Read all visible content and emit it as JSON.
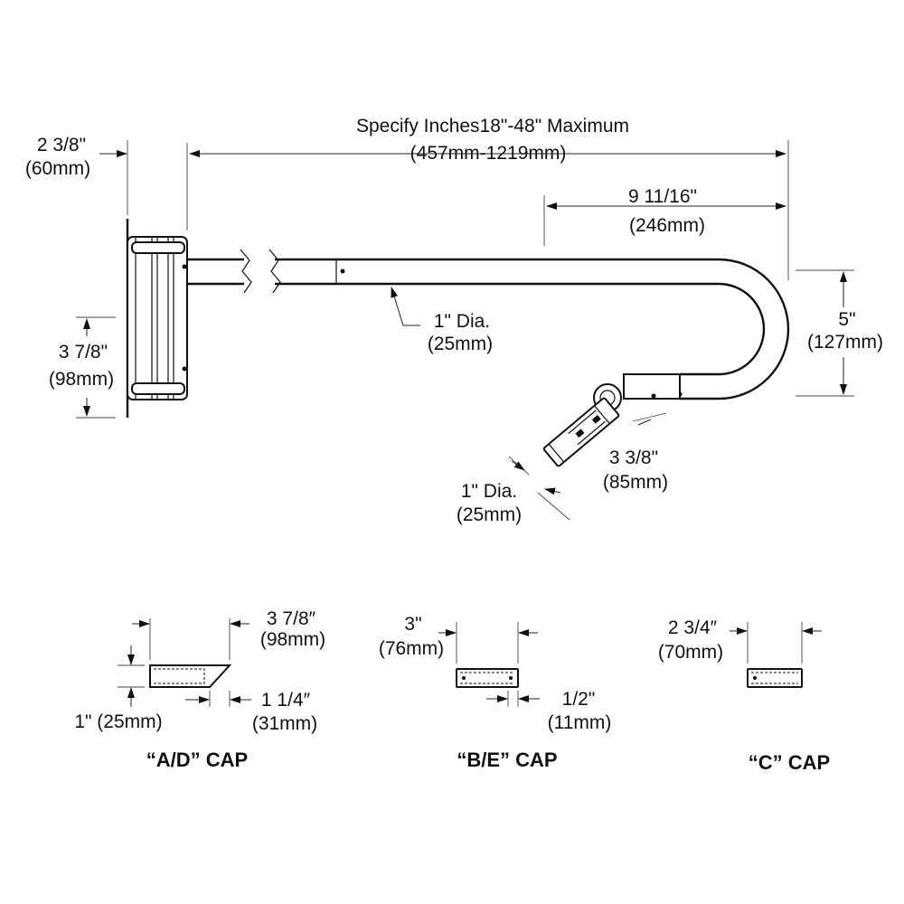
{
  "main_view": {
    "top_overall": {
      "line1": "Specify Inches18\"-48\" Maximum",
      "line2": "(457mm-1219mm)"
    },
    "plate_depth": {
      "line1": "2 3/8\"",
      "line2": "(60mm)"
    },
    "plate_height": {
      "line1": "3 7/8\"",
      "line2": "(98mm)"
    },
    "tube_dia": {
      "line1": "1\" Dia.",
      "line2": "(25mm)"
    },
    "bend_depth": {
      "line1": "9 11/16\"",
      "line2": "(246mm)"
    },
    "bend_height": {
      "line1": "5\"",
      "line2": "(127mm)"
    },
    "head_length": {
      "line1": "3 3/8\"",
      "line2": "(85mm)"
    },
    "head_dia": {
      "line1": "1\" Dia.",
      "line2": "(25mm)"
    }
  },
  "caps": [
    {
      "title": "“A/D” CAP",
      "length": {
        "line1": "3 7/8″",
        "line2": "(98mm)"
      },
      "tip": {
        "line1": "1 1/4″",
        "line2": "(31mm)"
      },
      "height": {
        "line1": "1\" (25mm)"
      }
    },
    {
      "title": "“B/E” CAP",
      "length": {
        "line1": "3\"",
        "line2": "(76mm)"
      },
      "tip": {
        "line1": "1/2\"",
        "line2": "(11mm)"
      }
    },
    {
      "title": "“C” CAP",
      "length": {
        "line1": "2 3/4″",
        "line2": "(70mm)"
      }
    }
  ]
}
